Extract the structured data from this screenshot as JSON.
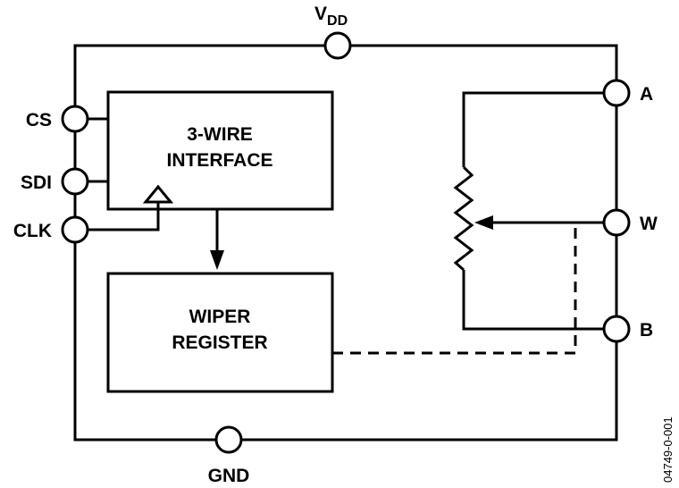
{
  "diagram": {
    "supply": {
      "main": "V",
      "sub": "DD"
    },
    "ground": "GND",
    "pins": {
      "cs": "CS",
      "sdi": "SDI",
      "clk": "CLK",
      "a": "A",
      "w": "W",
      "b": "B"
    },
    "blocks": {
      "interface": {
        "line1": "3-WIRE",
        "line2": "INTERFACE"
      },
      "register": {
        "line1": "WIPER",
        "line2": "REGISTER"
      }
    },
    "figure_code": "04749-0-001"
  }
}
